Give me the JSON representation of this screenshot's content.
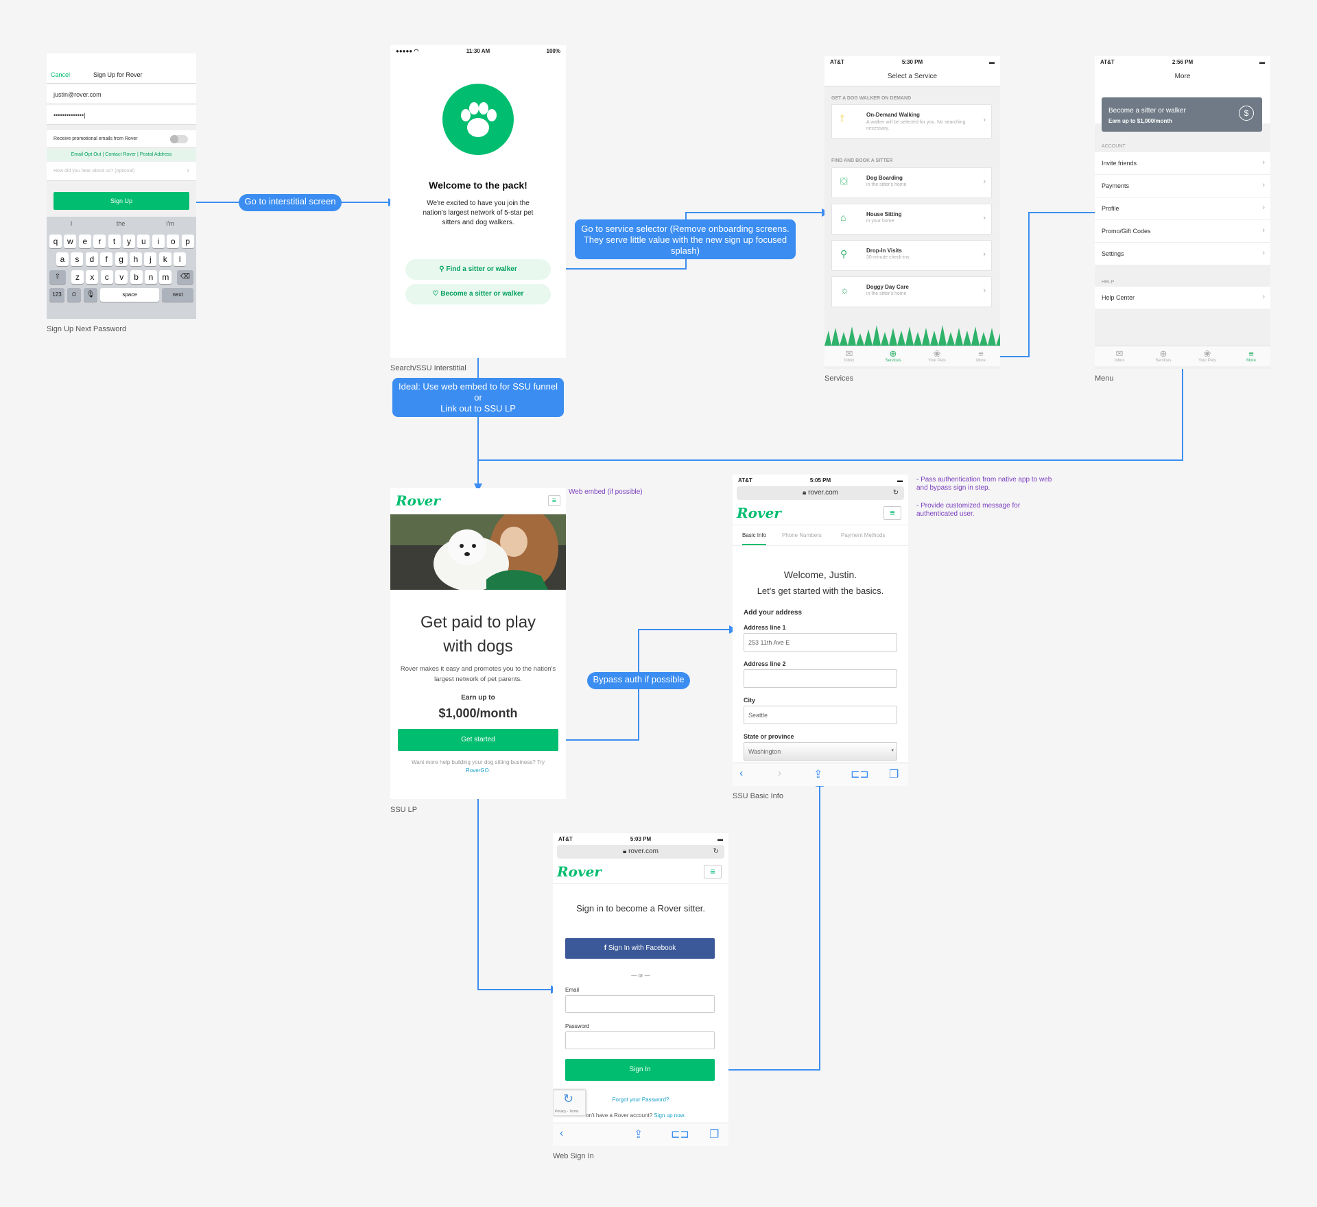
{
  "signup": {
    "cancel": "Cancel",
    "title": "Sign Up for Rover",
    "email": "justin@rover.com",
    "password": "••••••••••••••|",
    "promo_label": "Receive promotional emails from Rover",
    "links": "Email Opt Out | Contact Rover | Postal Address",
    "hear_placeholder": "How did you hear about us? (optional)",
    "button": "Sign Up",
    "suggestions": [
      "I",
      "the",
      "I'm"
    ],
    "keys_row1": [
      "q",
      "w",
      "e",
      "r",
      "t",
      "y",
      "u",
      "i",
      "o",
      "p"
    ],
    "keys_row2": [
      "a",
      "s",
      "d",
      "f",
      "g",
      "h",
      "j",
      "k",
      "l"
    ],
    "keys_row3": [
      "z",
      "x",
      "c",
      "v",
      "b",
      "n",
      "m"
    ],
    "key_123": "123",
    "key_space": "space",
    "key_next": "next",
    "caption": "Sign Up Next Password"
  },
  "interstitial": {
    "time": "11:30 AM",
    "battery": "100%",
    "title": "Welcome to the pack!",
    "body": "We're excited to have you join the nation's largest network of 5-star pet sitters and dog walkers.",
    "find_button": "Find a sitter or walker",
    "become_button": "Become a sitter or walker",
    "caption": "Search/SSU Interstitial"
  },
  "services": {
    "carrier": "AT&T",
    "time": "5:30 PM",
    "title": "Select a Service",
    "section1": "GET A DOG WALKER ON DEMAND",
    "ondemand_title": "On-Demand Walking",
    "ondemand_sub": "A walker will be selected for you. No searching necessary.",
    "section2": "FIND AND BOOK A SITTER",
    "items": [
      {
        "title": "Dog Boarding",
        "sub": "in the sitter's home"
      },
      {
        "title": "House Sitting",
        "sub": "in your home"
      },
      {
        "title": "Drop-In Visits",
        "sub": "30-minute check-ins"
      },
      {
        "title": "Doggy Day Care",
        "sub": "in the sitter's home"
      }
    ],
    "tabs": [
      "Inbox",
      "Services",
      "Your Pets",
      "More"
    ],
    "caption": "Services"
  },
  "menu": {
    "carrier": "AT&T",
    "time": "2:56 PM",
    "title": "More",
    "banner_title": "Become a sitter or walker",
    "banner_sub": "Earn up to $1,000/month",
    "account_header": "ACCOUNT",
    "account_items": [
      "Invite friends",
      "Payments",
      "Profile",
      "Promo/Gift Codes",
      "Settings"
    ],
    "help_header": "HELP",
    "help_items": [
      "Help Center"
    ],
    "tabs": [
      "Inbox",
      "Services",
      "Your Pets",
      "More"
    ],
    "caption": "Menu"
  },
  "ssulp": {
    "logo": "Rover",
    "headline": "Get paid to play with dogs",
    "body": "Rover makes it easy and promotes you to the nation's largest network of pet parents.",
    "earn_label": "Earn up to",
    "earn_value": "$1,000/month",
    "button": "Get started",
    "footer_prefix": "Want more help building your dog sitting business? Try ",
    "footer_link": "RoverGO",
    "footer_suffix": ".",
    "caption": "SSU LP",
    "note": "Web embed (if possible)"
  },
  "basic": {
    "carrier": "AT&T",
    "time": "5:05 PM",
    "url": "rover.com",
    "logo": "Rover",
    "tabs": [
      "Basic Info",
      "Phone Numbers",
      "Payment Methods"
    ],
    "welcome": "Welcome, Justin.",
    "sub": "Let's get started with the basics.",
    "section": "Add your address",
    "addr1_label": "Address line 1",
    "addr1_value": "253 11th Ave E",
    "addr2_label": "Address line 2",
    "city_label": "City",
    "city_value": "Seattle",
    "state_label": "State or province",
    "state_value": "Washington",
    "caption": "SSU Basic Info",
    "note1": "- Pass authentication from native app to web and bypass sign in step.",
    "note2": "- Provide customized message for authenticated user."
  },
  "websignin": {
    "carrier": "AT&T",
    "time": "5:03 PM",
    "url": "rover.com",
    "logo": "Rover",
    "title": "Sign in to become a Rover sitter.",
    "fb_button": "Sign In with Facebook",
    "or": "— or —",
    "email_label": "Email",
    "password_label": "Password",
    "button": "Sign In",
    "forgot": "Forgot your Password?",
    "noacct": "on't have a Rover account?",
    "signup_link": "Sign up now.",
    "captcha": "Privacy - Terms",
    "caption": "Web Sign In"
  },
  "callouts": {
    "interstitial": "Go to interstitial screen",
    "service_selector": "Go to service selector (Remove onboarding screens. They serve little value with the new sign up focused splash)",
    "ideal_line1": "Ideal: Use web embed to for SSU funnel",
    "ideal_line2": "or",
    "ideal_line3": "Link out to SSU LP",
    "bypass": "Bypass auth if possible"
  },
  "colors": {
    "rover_green": "#00bd6f",
    "callout_blue": "#3b8df1",
    "facebook": "#3b5998"
  }
}
